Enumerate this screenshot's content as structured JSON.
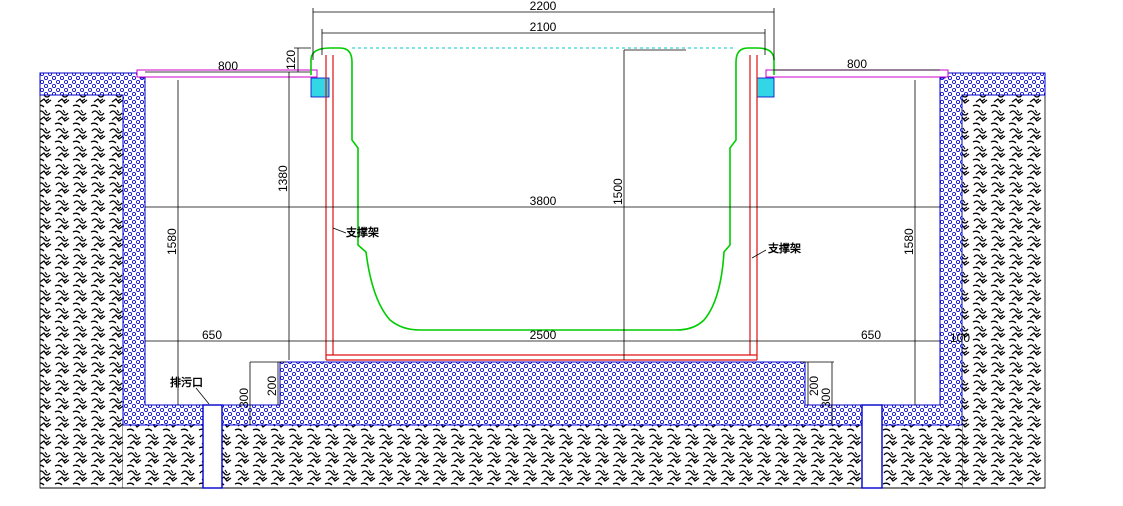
{
  "drawing": {
    "dimensions": {
      "top_outer_width": "2200",
      "top_inner_width": "2100",
      "rim_height": "120",
      "left_deck_width": "800",
      "right_deck_width": "800",
      "inner_height": "1380",
      "tub_depth": "1500",
      "overall_width": "3800",
      "left_wall_height": "1580",
      "right_wall_height": "1580",
      "left_gap": "650",
      "right_gap": "650",
      "bottom_width": "2500",
      "left_step_200": "200",
      "left_step_300": "300",
      "right_step_200": "200",
      "right_step_300": "300",
      "right_edge_small": "100"
    },
    "labels": {
      "support_left": "支撑架",
      "support_right": "支撑架",
      "drain": "排污口"
    },
    "colors": {
      "tub_outline": "#00cc00",
      "support_frame": "#e01010",
      "foundation": "#0000cc",
      "deck": "#cc00cc",
      "water_line": "#00c8c8",
      "earth_hatch": "#000000"
    }
  }
}
